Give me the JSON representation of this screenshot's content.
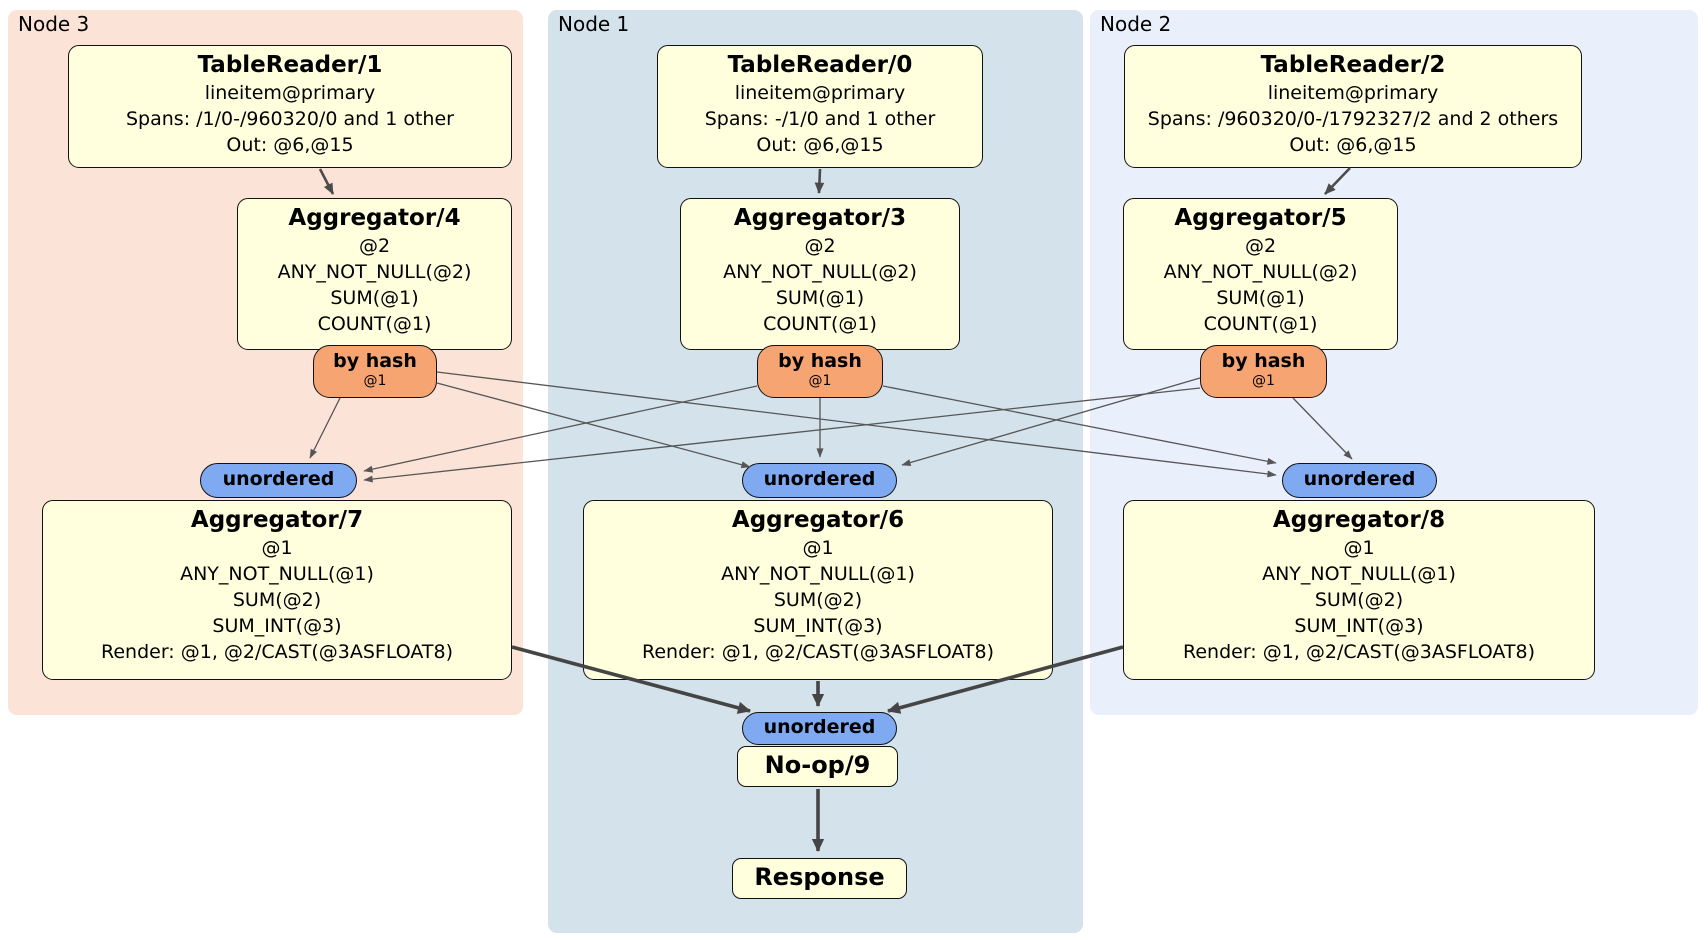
{
  "nodes": [
    {
      "label": "Node 3",
      "bg_color": "#FCE3D7",
      "table_reader": {
        "title": "TableReader/1",
        "lines": [
          "lineitem@primary",
          "Spans: /1/0-/960320/0 and 1 other",
          "Out: @6,@15"
        ]
      },
      "stage1_aggregator": {
        "title": "Aggregator/4",
        "lines": [
          "@2",
          "ANY_NOT_NULL(@2)",
          "SUM(@1)",
          "COUNT(@1)"
        ]
      },
      "router": {
        "label": "by hash",
        "detail": "@1"
      },
      "sync": {
        "label": "unordered"
      },
      "stage2_aggregator": {
        "title": "Aggregator/7",
        "lines": [
          "@1",
          "ANY_NOT_NULL(@1)",
          "SUM(@2)",
          "SUM_INT(@3)",
          "Render: @1, @2/CAST(@3ASFLOAT8)"
        ]
      }
    },
    {
      "label": "Node 1",
      "bg_color": "#D4E2EB",
      "table_reader": {
        "title": "TableReader/0",
        "lines": [
          "lineitem@primary",
          "Spans: -/1/0 and 1 other",
          "Out: @6,@15"
        ]
      },
      "stage1_aggregator": {
        "title": "Aggregator/3",
        "lines": [
          "@2",
          "ANY_NOT_NULL(@2)",
          "SUM(@1)",
          "COUNT(@1)"
        ]
      },
      "router": {
        "label": "by hash",
        "detail": "@1"
      },
      "sync": {
        "label": "unordered"
      },
      "stage2_aggregator": {
        "title": "Aggregator/6",
        "lines": [
          "@1",
          "ANY_NOT_NULL(@1)",
          "SUM(@2)",
          "SUM_INT(@3)",
          "Render: @1, @2/CAST(@3ASFLOAT8)"
        ]
      }
    },
    {
      "label": "Node 2",
      "bg_color": "#E9EFFB",
      "table_reader": {
        "title": "TableReader/2",
        "lines": [
          "lineitem@primary",
          "Spans: /960320/0-/1792327/2 and 2 others",
          "Out: @6,@15"
        ]
      },
      "stage1_aggregator": {
        "title": "Aggregator/5",
        "lines": [
          "@2",
          "ANY_NOT_NULL(@2)",
          "SUM(@1)",
          "COUNT(@1)"
        ]
      },
      "router": {
        "label": "by hash",
        "detail": "@1"
      },
      "sync": {
        "label": "unordered"
      },
      "stage2_aggregator": {
        "title": "Aggregator/8",
        "lines": [
          "@1",
          "ANY_NOT_NULL(@1)",
          "SUM(@2)",
          "SUM_INT(@3)",
          "Render: @1, @2/CAST(@3ASFLOAT8)"
        ]
      }
    }
  ],
  "final": {
    "sync_label": "unordered",
    "noop_title": "No-op/9",
    "response_title": "Response"
  },
  "colors": {
    "processor_fill": "#FFFFDE",
    "router_fill": "#F6A472",
    "sync_fill": "#7FA9F0",
    "edge": "#4A4A4A",
    "node1_bg": "#D4E2EB",
    "node2_bg": "#E9EFFB",
    "node3_bg": "#FCE3D7"
  }
}
